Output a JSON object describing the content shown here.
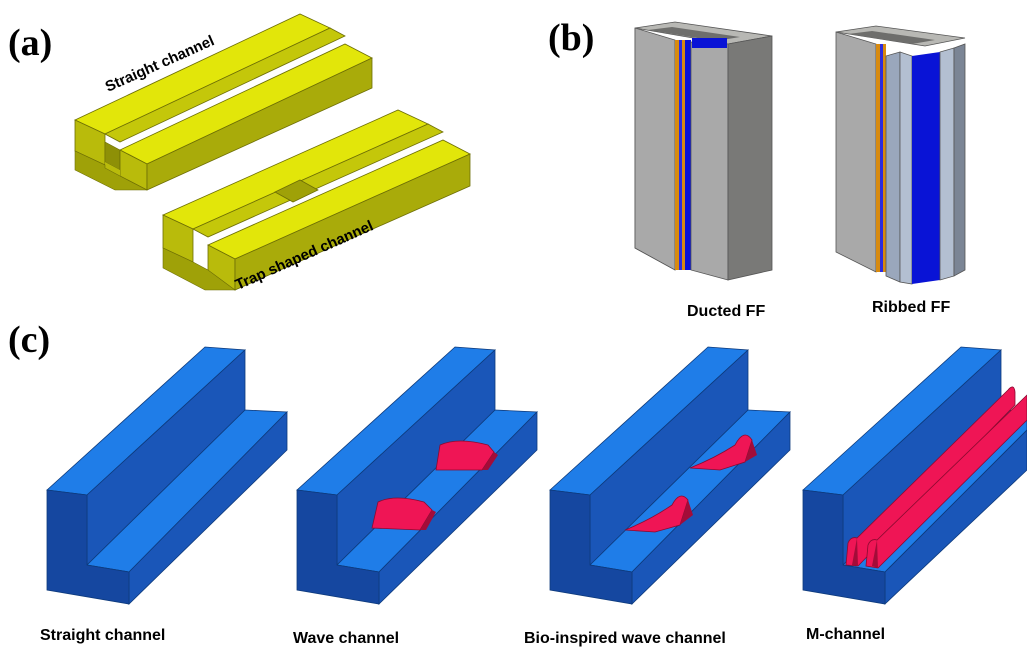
{
  "panels": {
    "a": {
      "letter": "(a)",
      "top_label": "Straight channel",
      "bottom_label": "Trap shaped channel"
    },
    "b": {
      "letter": "(b)",
      "left_label": "Ducted FF",
      "right_label": "Ribbed FF"
    },
    "c": {
      "letter": "(c)",
      "labels": [
        "Straight channel",
        "Wave channel",
        "Bio-inspired wave channel",
        "M-channel"
      ]
    }
  },
  "colors": {
    "yellow_top": "#e2e60a",
    "yellow_side": "#b9bb0b",
    "yellow_dark": "#8e9007",
    "blue_top": "#1f7de8",
    "blue_side": "#1a56b8",
    "blue_front": "#1547a0",
    "red": "#ef1555",
    "red_dark": "#a30c39",
    "grey_light": "#a9a9a9",
    "grey_dark": "#797977",
    "deep_blue": "#0913d6"
  }
}
